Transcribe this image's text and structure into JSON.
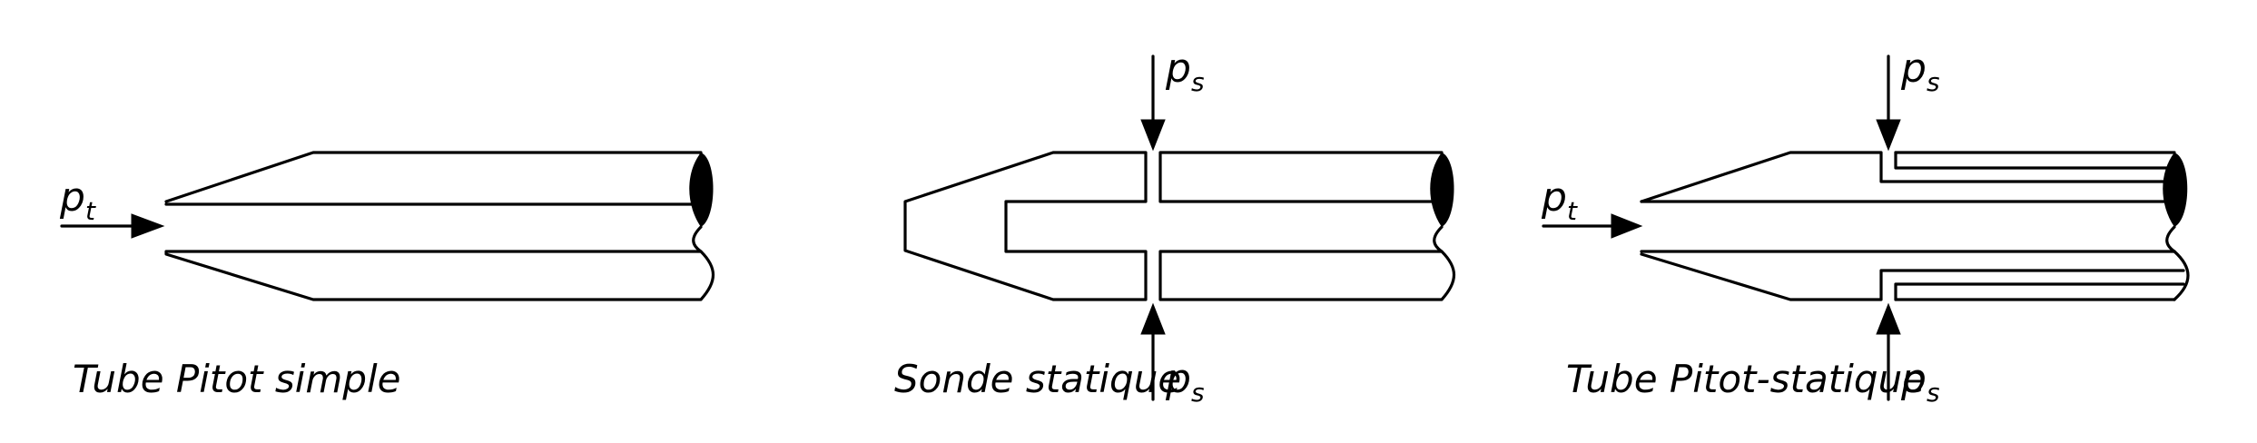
{
  "diagrams": [
    {
      "caption": "Tube Pitot simple",
      "pressure_labels": [
        {
          "base": "p",
          "sub": "t"
        }
      ]
    },
    {
      "caption": "Sonde statique",
      "pressure_labels": [
        {
          "base": "p",
          "sub": "s"
        },
        {
          "base": "p",
          "sub": "s"
        }
      ]
    },
    {
      "caption": "Tube Pitot-statique",
      "pressure_labels": [
        {
          "base": "p",
          "sub": "t"
        },
        {
          "base": "p",
          "sub": "s"
        },
        {
          "base": "p",
          "sub": "s"
        }
      ]
    }
  ],
  "colors": {
    "ink": "#000000",
    "background": "#ffffff"
  }
}
